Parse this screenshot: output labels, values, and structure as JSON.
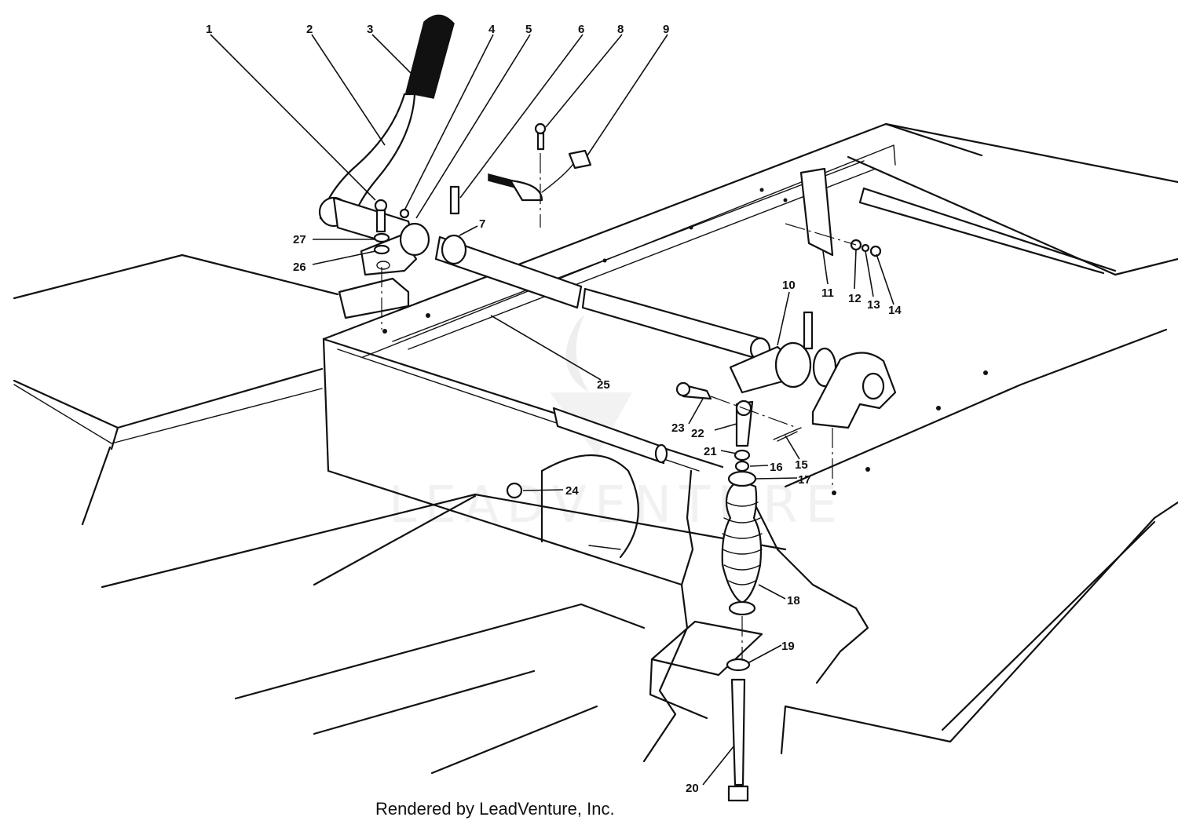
{
  "callouts": [
    "1",
    "2",
    "3",
    "4",
    "5",
    "6",
    "8",
    "9",
    "7",
    "27",
    "26",
    "11",
    "12",
    "13",
    "14",
    "10",
    "23",
    "22",
    "15",
    "21",
    "16",
    "17",
    "18",
    "19",
    "20",
    "24",
    "25"
  ],
  "credit": "Rendered by LeadVenture, Inc.",
  "watermark": "LEADVENTURE"
}
